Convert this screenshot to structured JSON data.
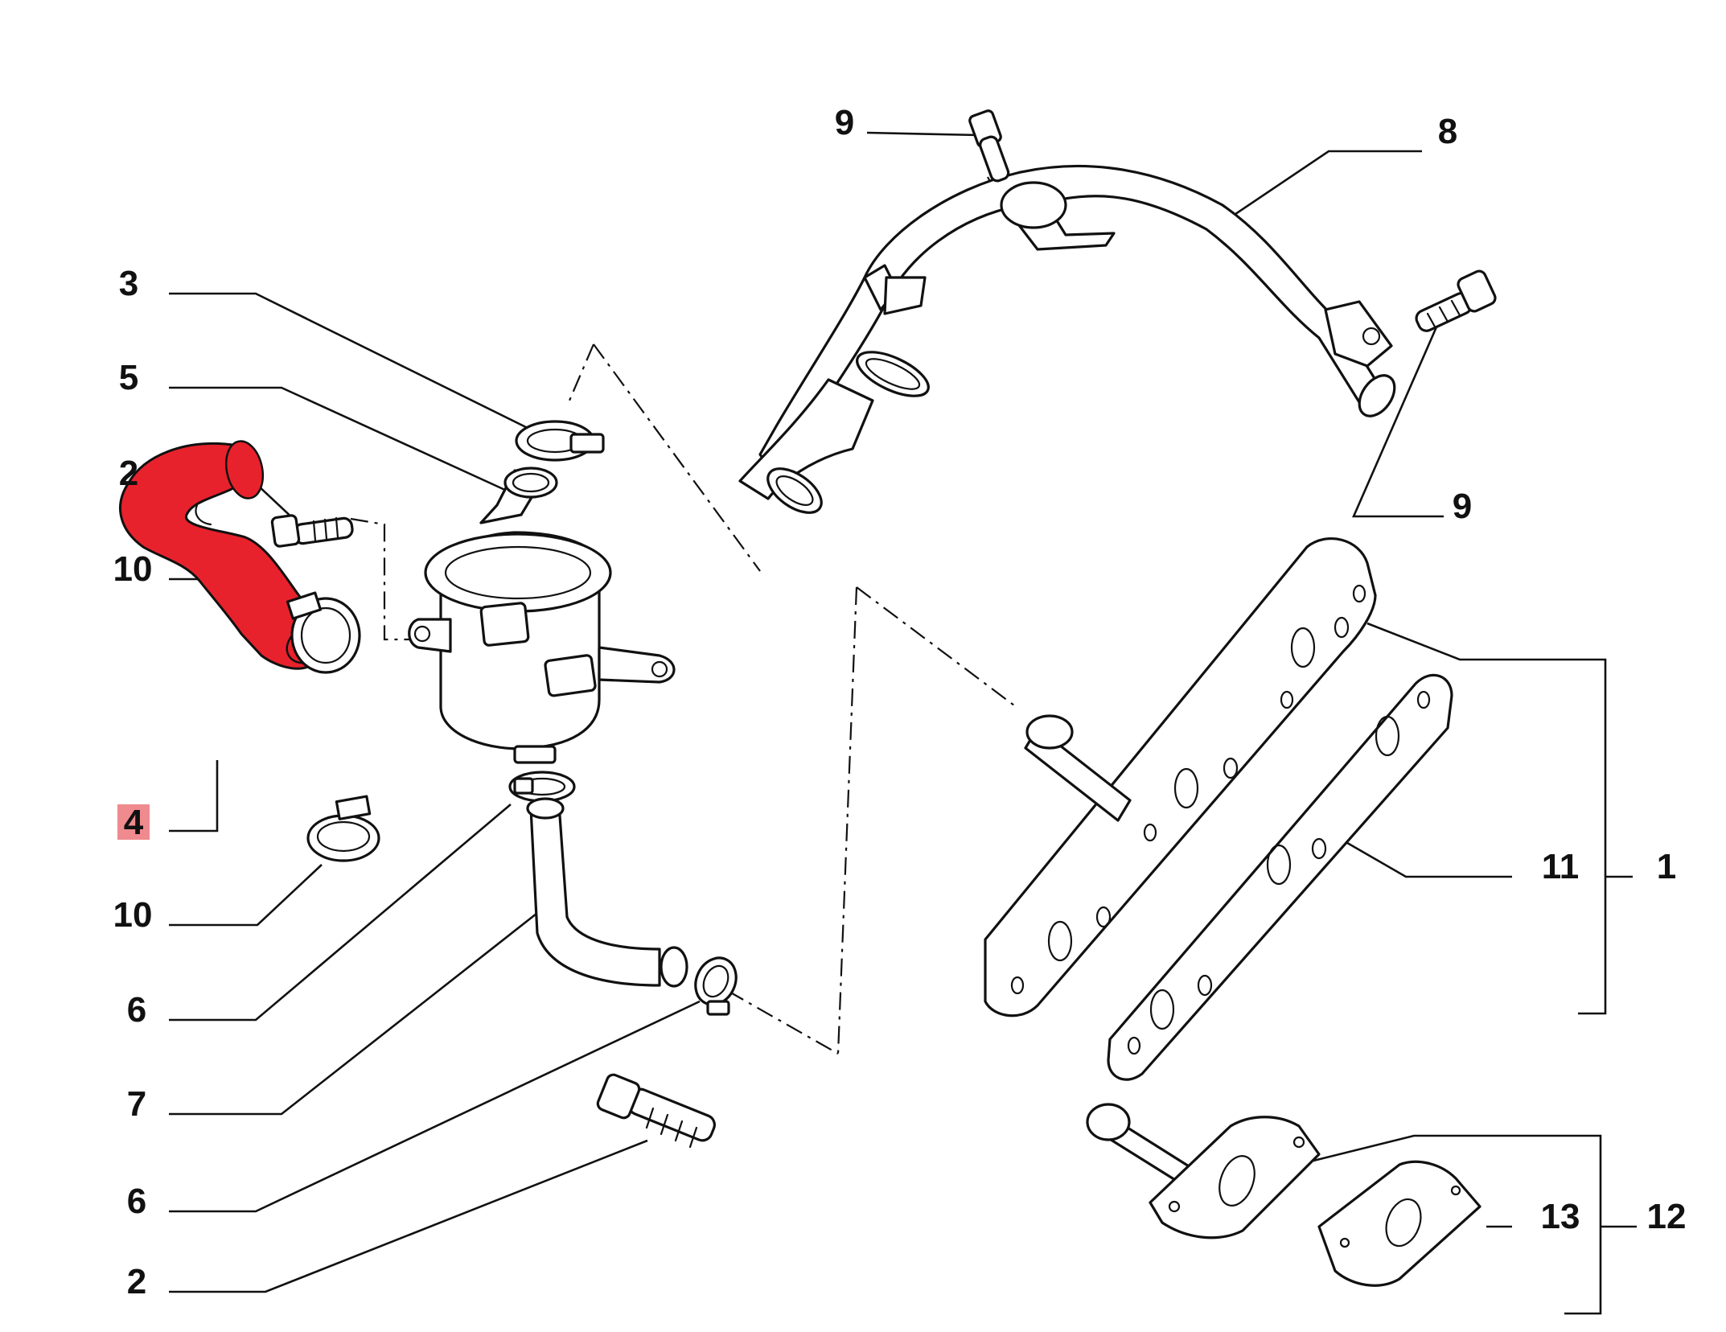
{
  "callouts": [
    {
      "id": "c3",
      "label": "3"
    },
    {
      "id": "c5",
      "label": "5"
    },
    {
      "id": "c2a",
      "label": "2"
    },
    {
      "id": "c10a",
      "label": "10"
    },
    {
      "id": "c4",
      "label": "4"
    },
    {
      "id": "c10b",
      "label": "10"
    },
    {
      "id": "c6a",
      "label": "6"
    },
    {
      "id": "c7",
      "label": "7"
    },
    {
      "id": "c6b",
      "label": "6"
    },
    {
      "id": "c2b",
      "label": "2"
    },
    {
      "id": "c9a",
      "label": "9"
    },
    {
      "id": "c8",
      "label": "8"
    },
    {
      "id": "c9b",
      "label": "9"
    },
    {
      "id": "c11",
      "label": "11"
    },
    {
      "id": "c1",
      "label": "1"
    },
    {
      "id": "c13",
      "label": "13"
    },
    {
      "id": "c12",
      "label": "12"
    }
  ],
  "highlight": {
    "callout": "4",
    "color": "#e8222c",
    "label_bg": "#ef8a8f"
  }
}
